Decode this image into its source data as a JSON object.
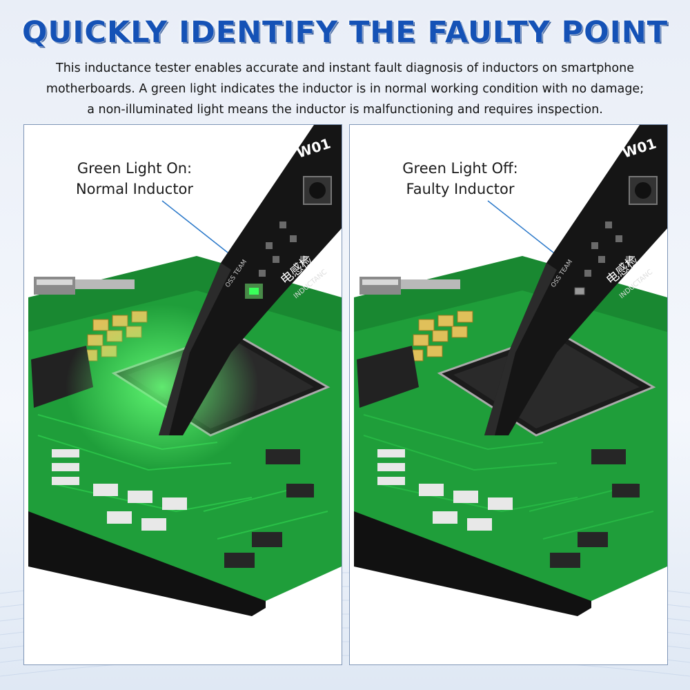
{
  "header": {
    "title": "QUICKLY IDENTIFY THE FAULTY POINT",
    "description_lines": [
      "This inductance tester enables accurate and instant fault diagnosis of inductors on smartphone",
      "motherboards. A green light indicates the inductor is in normal working condition with no damage;",
      "a non-illuminated light means the inductor is malfunctioning and requires inspection."
    ]
  },
  "panels": [
    {
      "callout_line1": "Green Light On:",
      "callout_line2": "Normal Inductor",
      "light_on": true
    },
    {
      "callout_line1": "Green Light Off:",
      "callout_line2": "Faulty Inductor",
      "light_on": false
    }
  ],
  "tester": {
    "model": "W01",
    "brand": "OSS TEAM",
    "chinese_label": "电感检",
    "english_label": "INDUCTANC"
  },
  "colors": {
    "title": "#1552b6",
    "board_green": "#1f9e3a",
    "glow_green": "#39ff5a",
    "tester_black": "#151515"
  }
}
